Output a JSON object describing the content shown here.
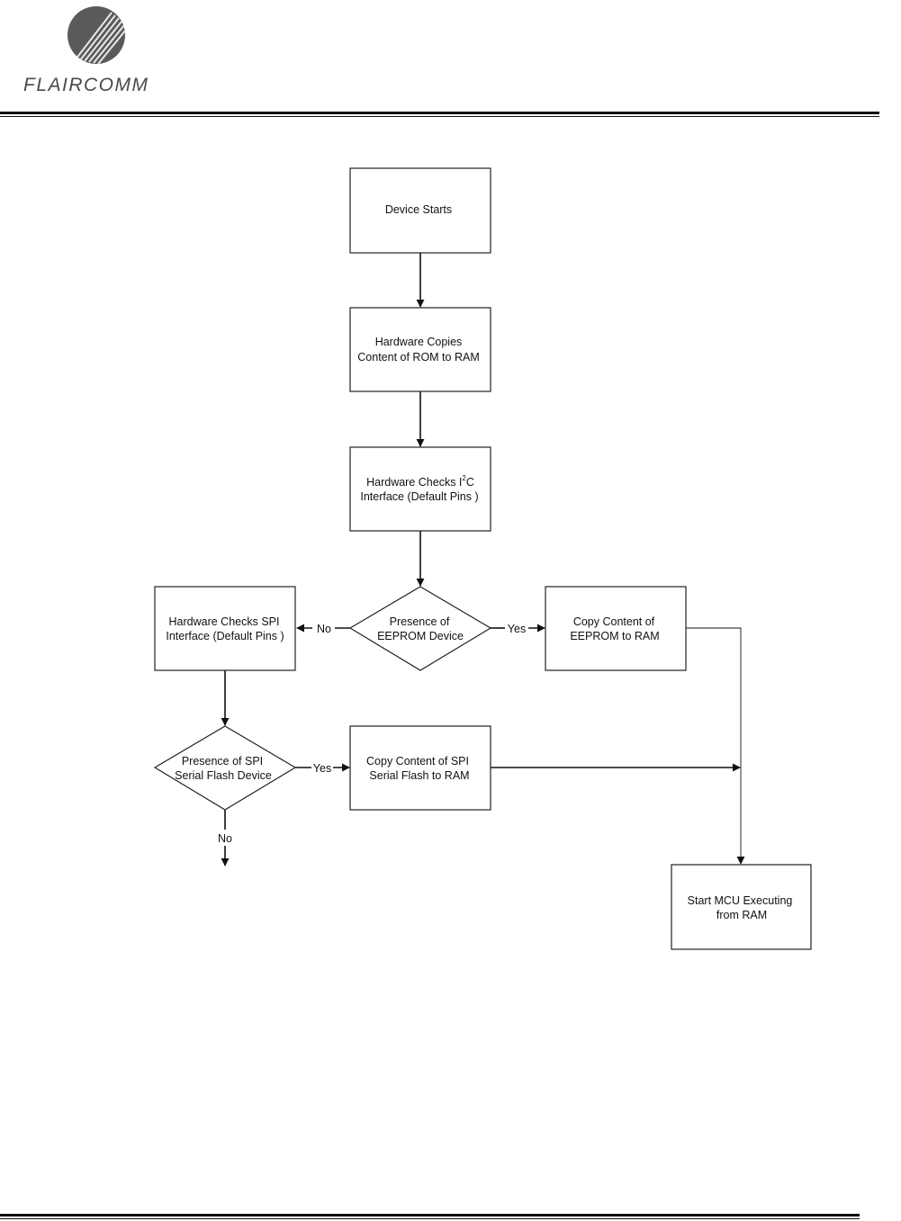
{
  "header": {
    "brand": "FLAIRCOMM"
  },
  "diagram": {
    "device_starts": "Device Starts",
    "copy_rom_line1": "Hardware Copies",
    "copy_rom_line2": "Content of ROM to RAM",
    "check_i2c_line1_pre": "Hardware Checks I",
    "check_i2c_sup": "2",
    "check_i2c_line1_post": "C",
    "check_i2c_line2": "Interface  (Default Pins )",
    "eeprom_present_line1": "Presence of",
    "eeprom_present_line2": "EEPROM Device",
    "check_spi_line1": "Hardware Checks SPI",
    "check_spi_line2": "Interface  (Default Pins )",
    "copy_eeprom_line1": "Copy Content of",
    "copy_eeprom_line2": "EEPROM to RAM",
    "spi_present_line1": "Presence of SPI",
    "spi_present_line2": "Serial Flash Device",
    "copy_spi_line1": "Copy Content of SPI",
    "copy_spi_line2": "Serial Flash to RAM",
    "start_mcu_line1": "Start MCU Executing",
    "start_mcu_line2": "from RAM",
    "label_no_1": "No",
    "label_yes_1": "Yes",
    "label_yes_2": "Yes",
    "label_no_2": "No"
  }
}
